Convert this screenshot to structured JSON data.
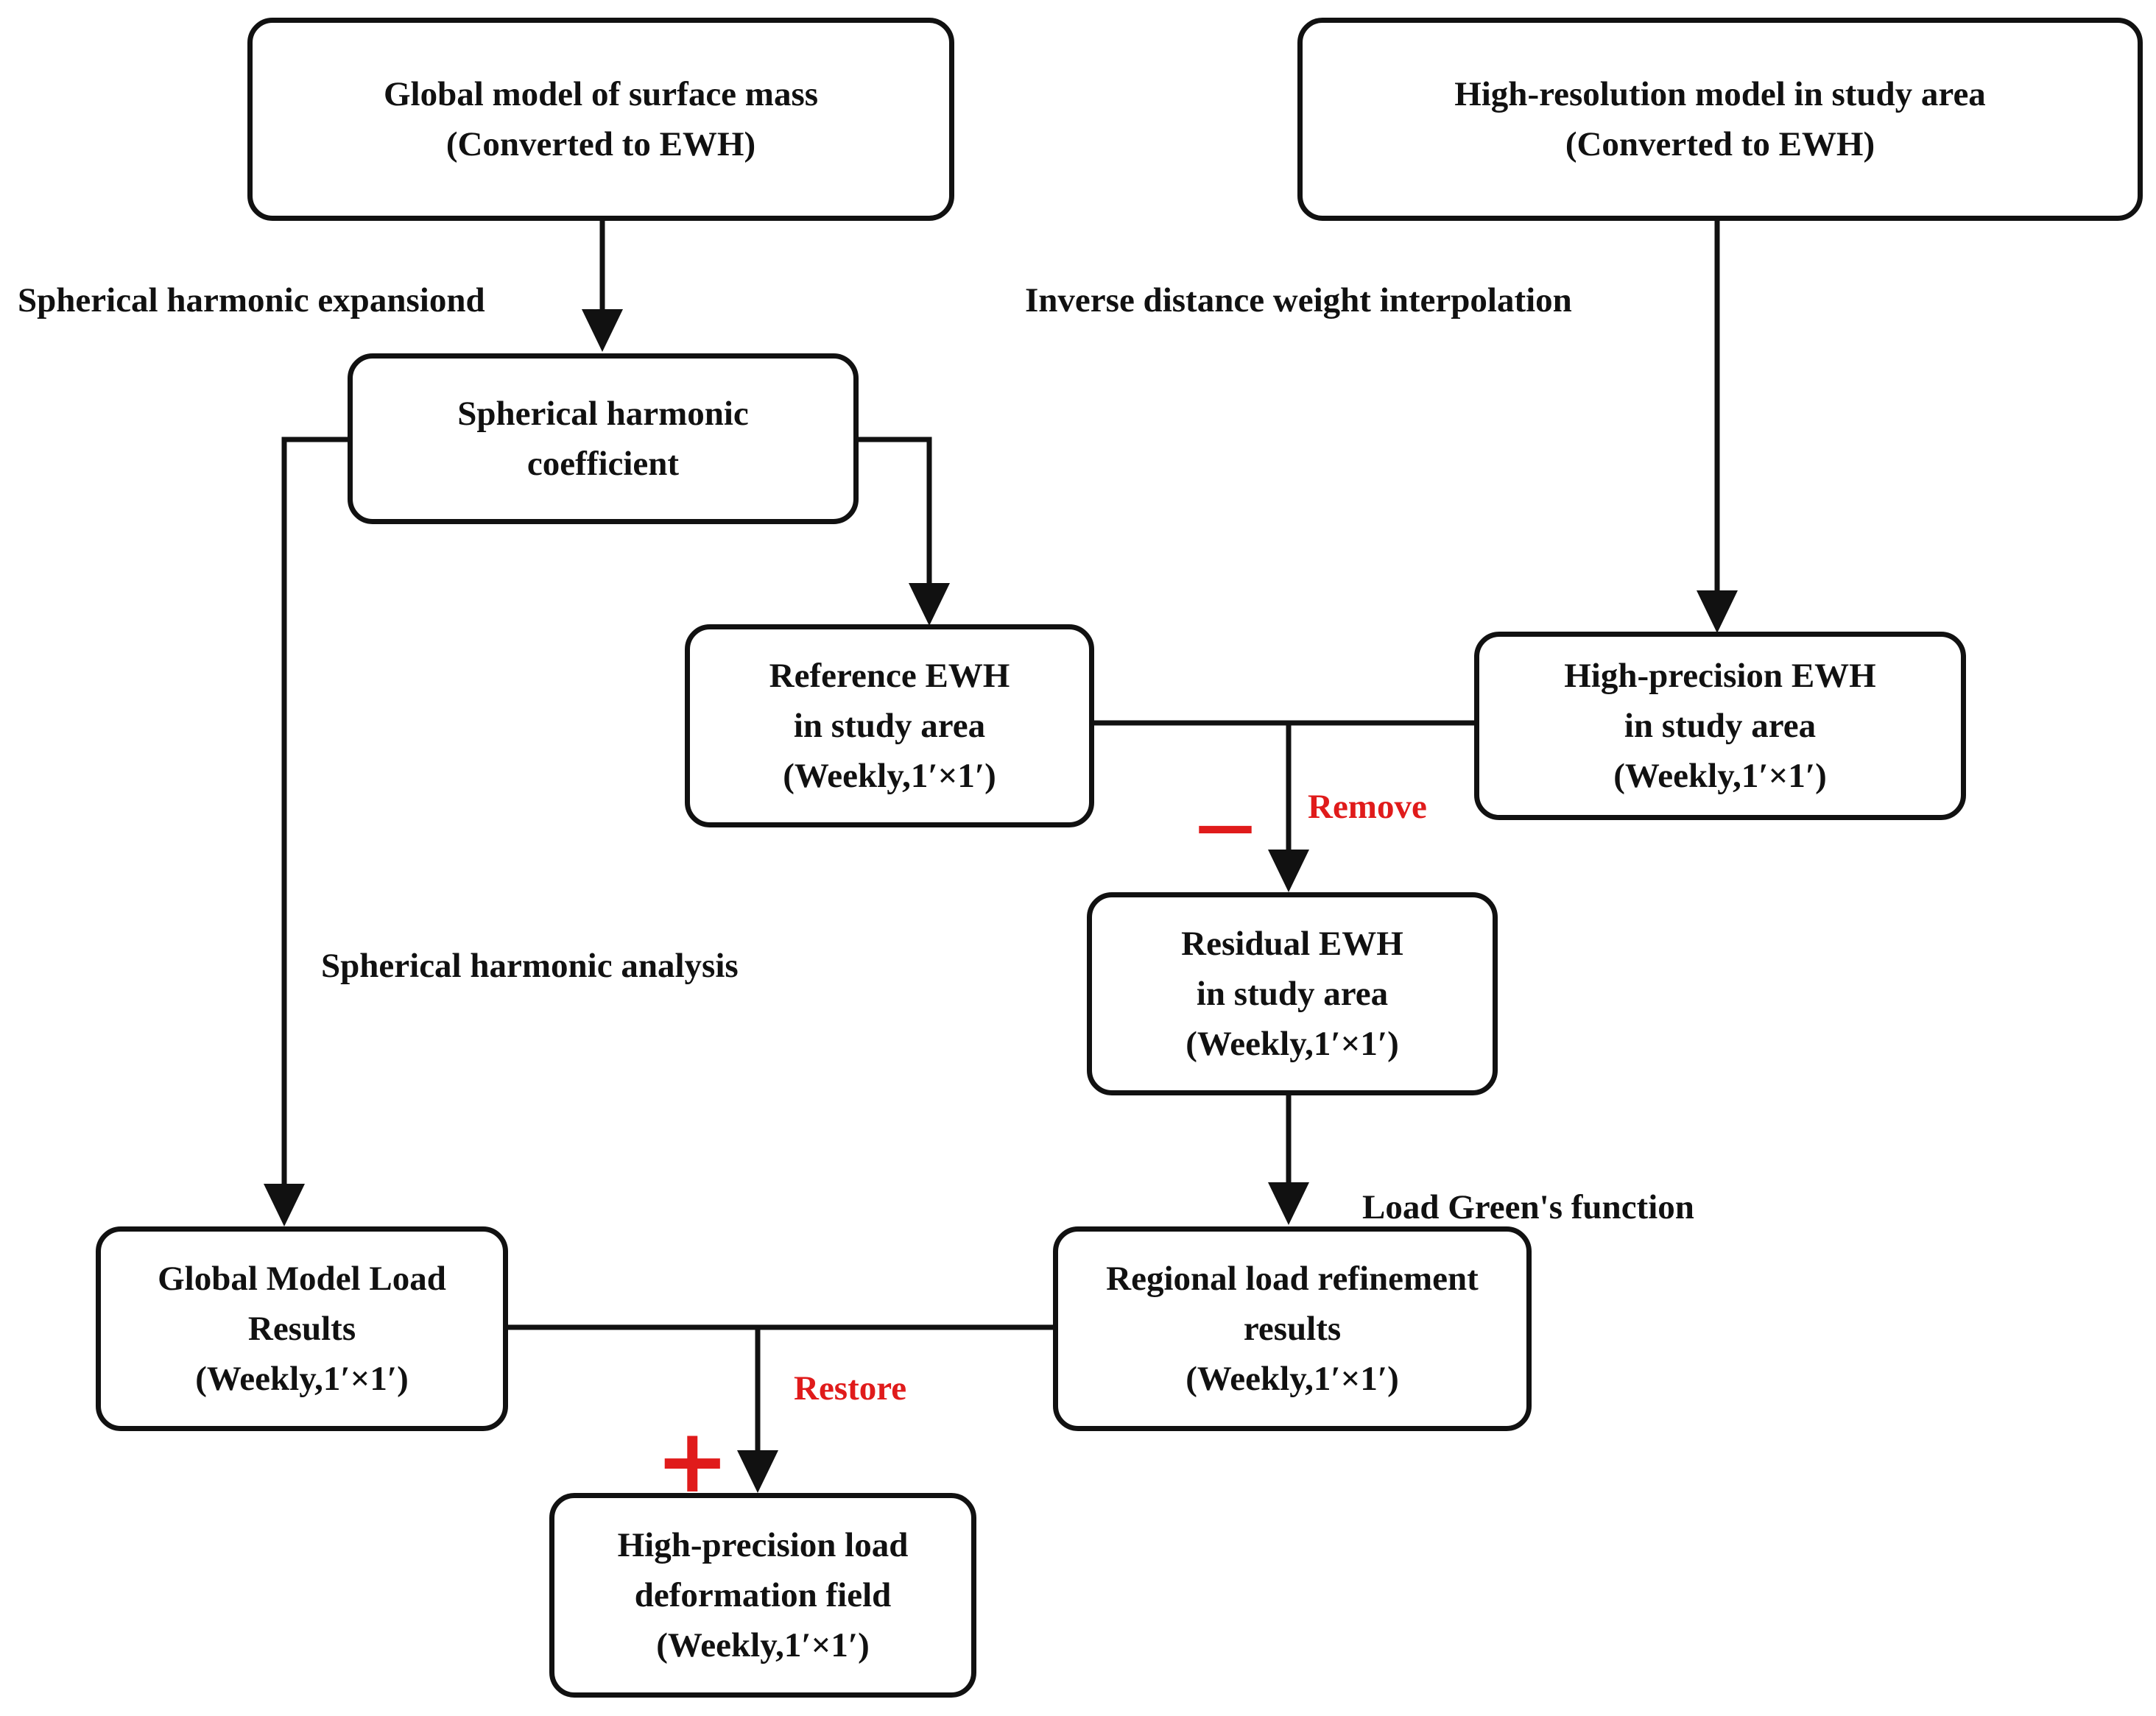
{
  "boxes": {
    "global_model": {
      "line1": "Global model of surface mass",
      "line2": "(Converted to EWH)"
    },
    "high_res_model": {
      "line1": "High-resolution model in study area",
      "line2": "(Converted to EWH)"
    },
    "sh_coefficient": {
      "line1": "Spherical harmonic",
      "line2": "coefficient"
    },
    "reference_ewh": {
      "line1": "Reference EWH",
      "line2": "in study area",
      "line3": "(Weekly,1′×1′)"
    },
    "high_precision_ewh": {
      "line1": "High-precision EWH",
      "line2": "in study area",
      "line3": "(Weekly,1′×1′)"
    },
    "residual_ewh": {
      "line1": "Residual EWH",
      "line2": "in study area",
      "line3": "(Weekly,1′×1′)"
    },
    "global_load": {
      "line1": "Global Model Load",
      "line2": "Results",
      "line3": "(Weekly,1′×1′)"
    },
    "regional_load": {
      "line1": "Regional load refinement",
      "line2": "results",
      "line3": "(Weekly,1′×1′)"
    },
    "deformation_field": {
      "line1": "High-precision load",
      "line2": "deformation field",
      "line3": "(Weekly,1′×1′)"
    }
  },
  "edge_labels": {
    "sh_expansion": "Spherical harmonic expansiond",
    "idw": "Inverse distance weight interpolation",
    "sh_analysis": "Spherical harmonic analysis",
    "load_green": "Load Green's function",
    "remove": "Remove",
    "restore": "Restore"
  },
  "signs": {
    "minus": "—",
    "plus": "+"
  },
  "colors": {
    "stroke": "#111111",
    "accent": "#e01b1b"
  }
}
